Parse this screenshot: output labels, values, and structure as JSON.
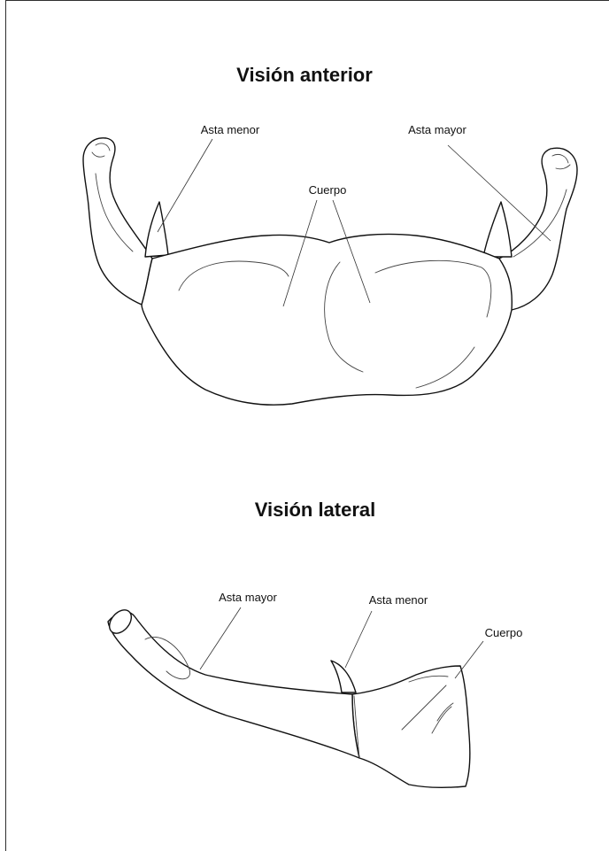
{
  "anterior_view": {
    "title": "Visión anterior",
    "labels": {
      "lesser_horn": "Asta menor",
      "greater_horn": "Asta mayor",
      "body": "Cuerpo"
    }
  },
  "lateral_view": {
    "title": "Visión lateral",
    "labels": {
      "greater_horn": "Asta mayor",
      "lesser_horn": "Asta menor",
      "body": "Cuerpo"
    }
  }
}
